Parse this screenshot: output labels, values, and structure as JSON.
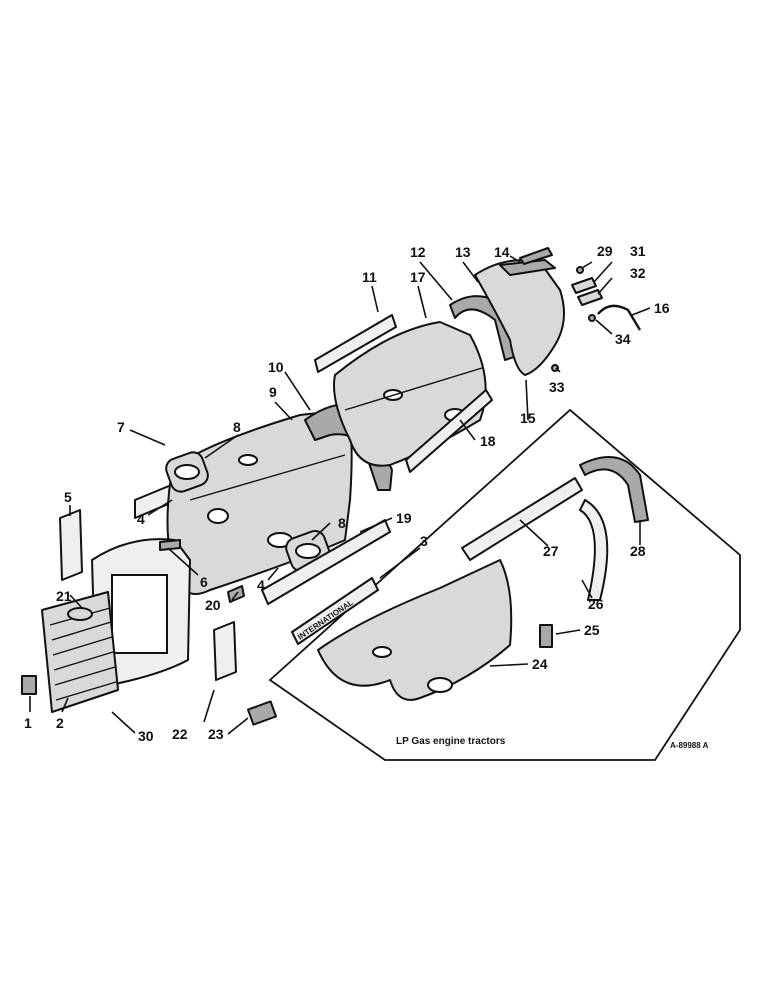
{
  "callouts": [
    "1",
    "2",
    "3",
    "4",
    "4",
    "5",
    "6",
    "7",
    "8",
    "8",
    "9",
    "10",
    "11",
    "12",
    "13",
    "14",
    "15",
    "16",
    "17",
    "18",
    "19",
    "20",
    "21",
    "22",
    "23",
    "24",
    "25",
    "26",
    "27",
    "28",
    "29",
    "30",
    "31",
    "32",
    "33",
    "34"
  ],
  "inset_caption": "LP Gas engine tractors",
  "drawing_ref": "A-89988 A",
  "stamped_text": "INTERNATIONAL",
  "colors": {
    "ink": "#111111",
    "paper": "#ffffff",
    "metal": "#d9d9d9"
  }
}
